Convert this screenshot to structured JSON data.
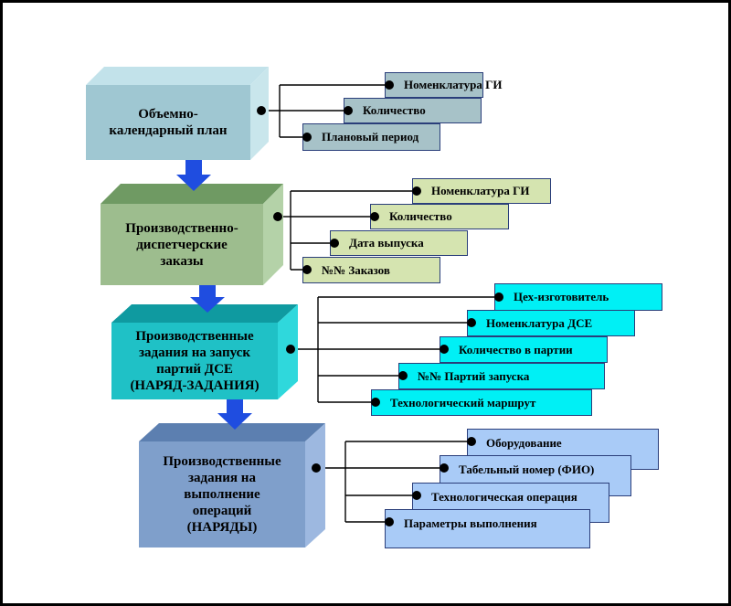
{
  "colors": {
    "block1": "#9fc7d2",
    "block2": "#9dbd8e",
    "block3": "#1fc1c6",
    "block4": "#7f9fcb",
    "items1": "#a7c2c8",
    "items2": "#d5e4b0",
    "items3": "#00f0f5",
    "items4": "#a9cbf7",
    "arrow": "#1f4de0"
  },
  "groups": [
    {
      "title": "Объемно-\nкалендарный план",
      "items": [
        "Номенклатура ГИ",
        "Количество",
        "Плановый период"
      ]
    },
    {
      "title": "Производственно-\nдиспетчерские\nзаказы",
      "items": [
        "Номенклатура ГИ",
        "Количество",
        "Дата выпуска",
        "№№ Заказов"
      ]
    },
    {
      "title": "Производственные\nзадания на запуск\nпартий ДСЕ\n(НАРЯД-ЗАДАНИЯ)",
      "items": [
        "Цех-изготовитель",
        "Номенклатура ДСЕ",
        "Количество в партии",
        "№№ Партий запуска",
        "Технологический маршрут"
      ]
    },
    {
      "title": "Производственные\nзадания на\nвыполнение\nопераций\n(НАРЯДЫ)",
      "items": [
        "Оборудование",
        "Табельный номер (ФИО)",
        "Технологическая операция",
        "Параметры выполнения"
      ]
    }
  ]
}
